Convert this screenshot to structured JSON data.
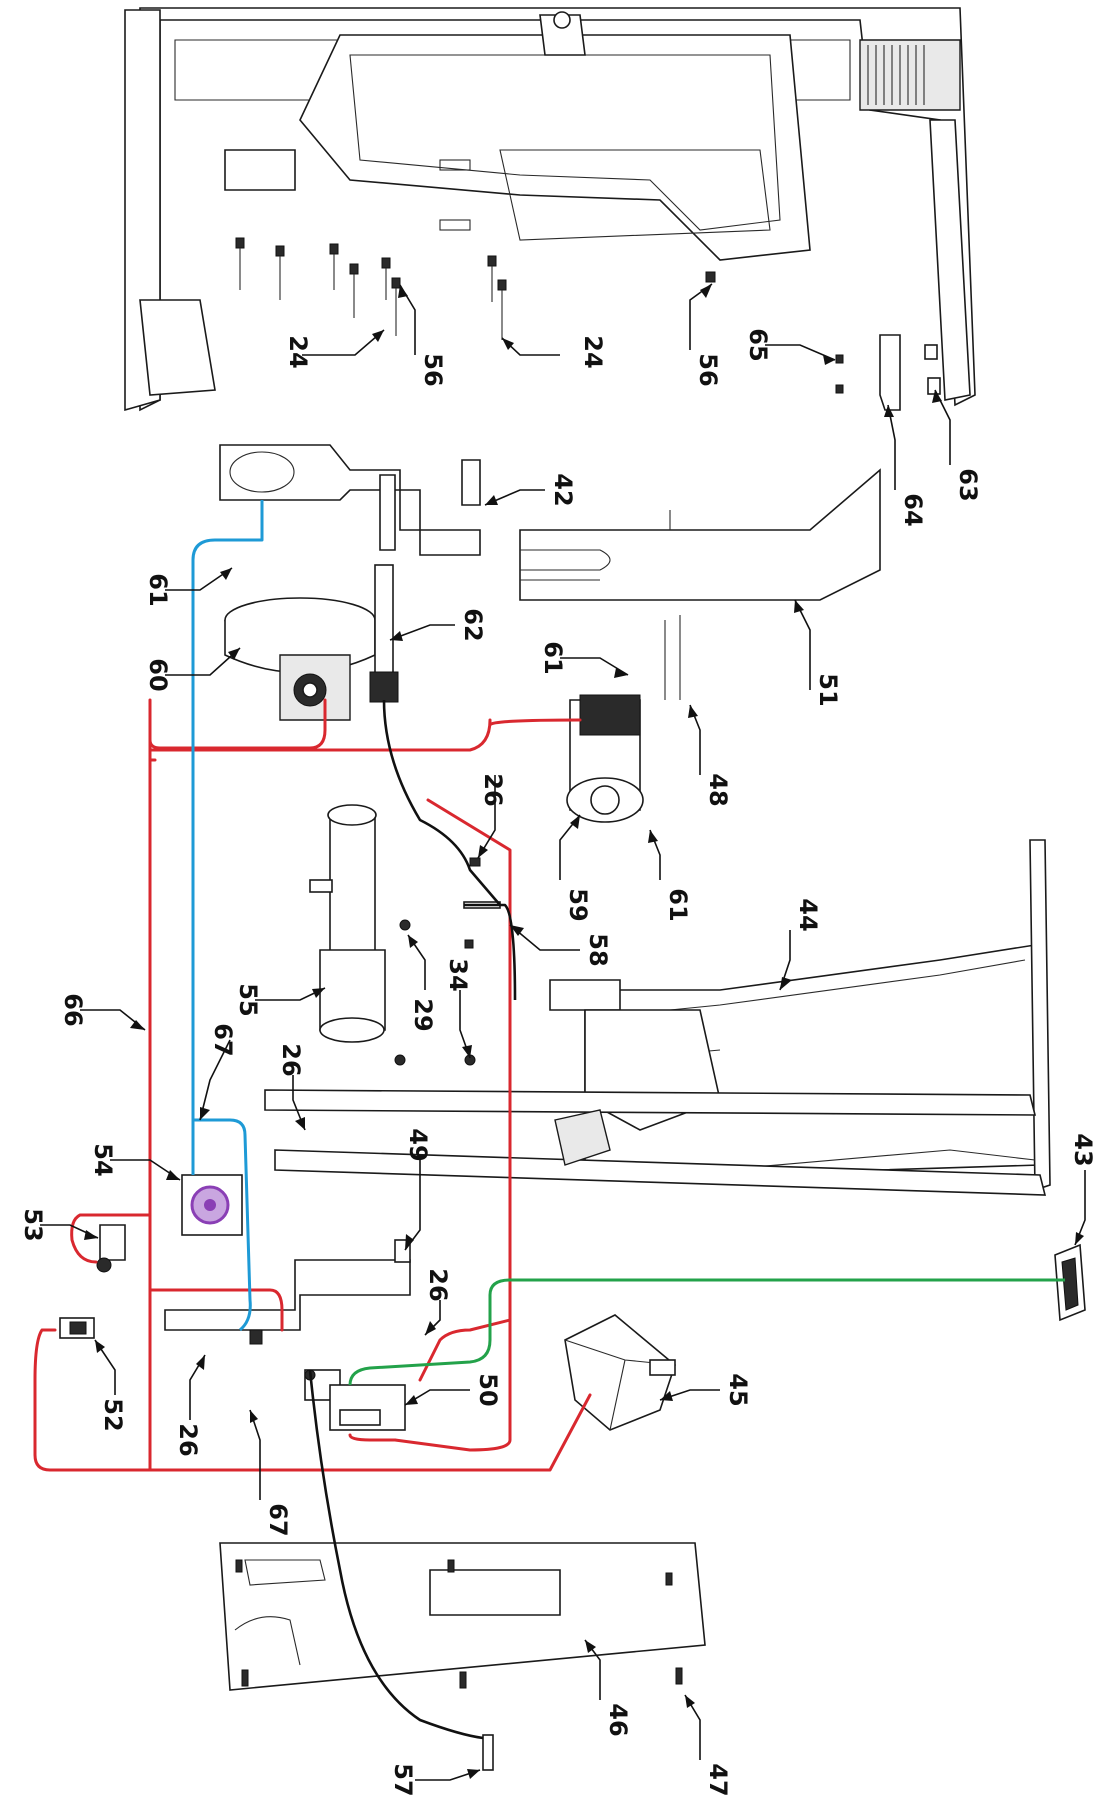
{
  "diagram": {
    "labels": {
      "l24a": "24",
      "l56a": "56",
      "l24b": "24",
      "l56b": "56",
      "l65": "65",
      "l42": "42",
      "l61a": "61",
      "l60": "60",
      "l62": "62",
      "l61b": "61",
      "l51": "51",
      "l64": "64",
      "l63": "63",
      "l48": "48",
      "l26a": "26",
      "l59": "59",
      "l61c": "61",
      "l58": "58",
      "l34": "34",
      "l29": "29",
      "l55": "55",
      "l44": "44",
      "l66": "66",
      "l67a": "67",
      "l26b": "26",
      "l54": "54",
      "l49": "49",
      "l53": "53",
      "l26c": "26",
      "l43": "43",
      "l52": "52",
      "l26d": "26",
      "l50": "50",
      "l45": "45",
      "l67b": "67",
      "l46": "46",
      "l57": "57",
      "l47": "47"
    },
    "colors": {
      "wire_red": "#d9282f",
      "wire_blue": "#1e9ad6",
      "wire_green": "#23a24a",
      "wire_black": "#111111",
      "pressure_switch": "#8a3fb5"
    }
  }
}
